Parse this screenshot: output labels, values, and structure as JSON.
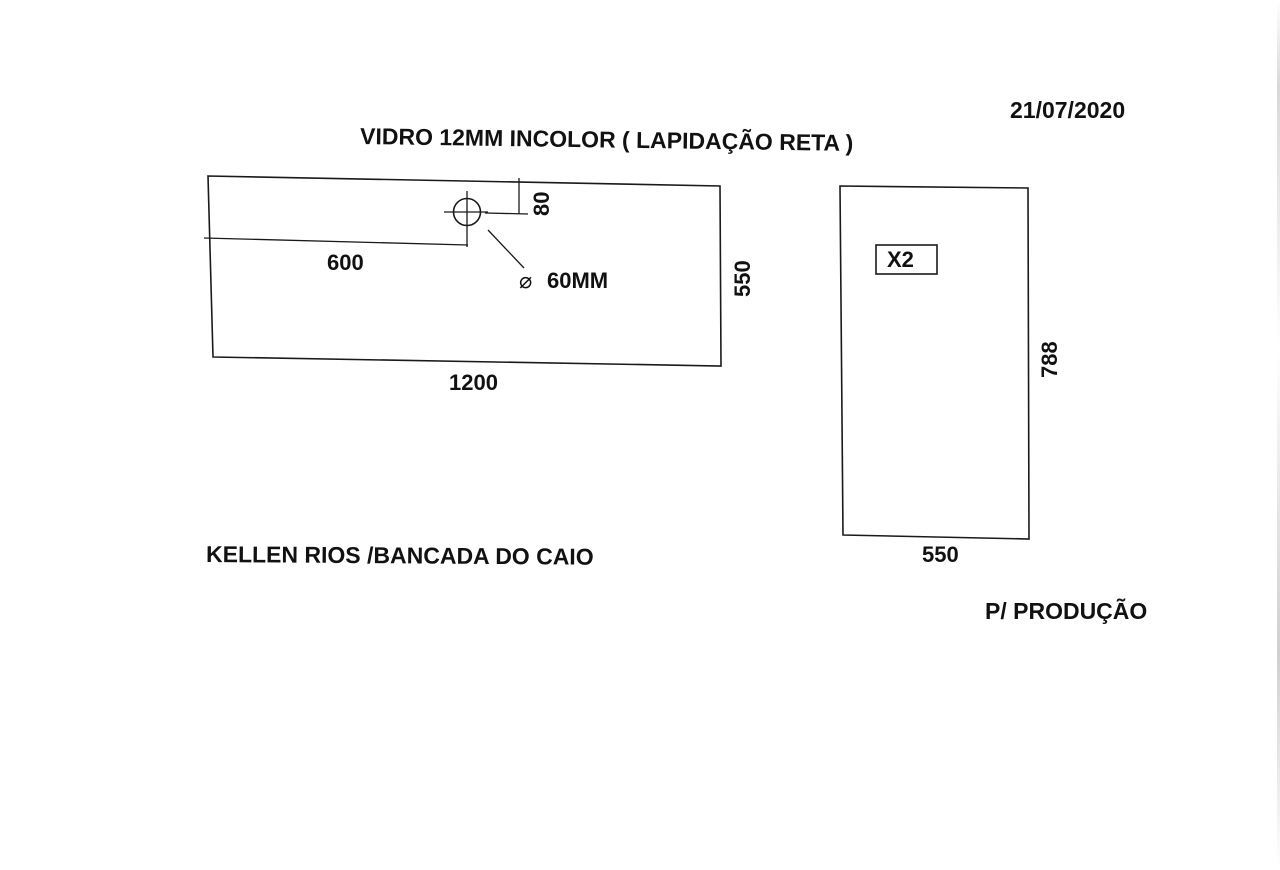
{
  "header": {
    "date": "21/07/2020",
    "title": "VIDRO 12MM INCOLOR ( LAPIDAÇÃO RETA )"
  },
  "piece_left": {
    "hole_offset_top": "80",
    "hole_offset_left": "600",
    "hole_diameter_symbol": "⌀",
    "hole_diameter_label": "60MM",
    "height": "550",
    "width": "1200"
  },
  "piece_right": {
    "quantity": "X2",
    "height": "788",
    "width": "550"
  },
  "footer": {
    "client": "KELLEN RIOS /BANCADA DO CAIO",
    "destination": "P/ PRODUÇÃO"
  },
  "colors": {
    "ink": "#111111",
    "paper": "#ffffff"
  }
}
